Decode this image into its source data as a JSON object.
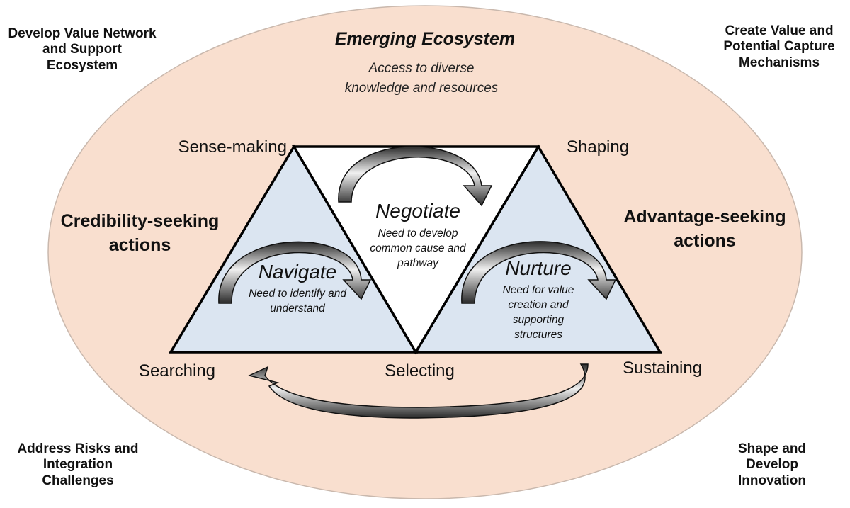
{
  "corners": {
    "top_left": "Develop Value Network and Support Ecosystem",
    "top_right": "Create Value and Potential Capture Mechanisms",
    "bottom_left": "Address Risks and Integration Challenges",
    "bottom_right": "Shape and Develop Innovation"
  },
  "center": {
    "title": "Emerging Ecosystem",
    "subtitle": "Access to diverse knowledge and resources"
  },
  "stages": {
    "sense_making": "Sense-making",
    "shaping": "Shaping",
    "searching": "Searching",
    "selecting": "Selecting",
    "sustaining": "Sustaining"
  },
  "sides": {
    "left": "Credibility-seeking actions",
    "right": "Advantage-seeking actions"
  },
  "actions": {
    "navigate": {
      "title": "Navigate",
      "desc": "Need to identify and understand"
    },
    "negotiate": {
      "title": "Negotiate",
      "desc": "Need to develop common cause and pathway"
    },
    "nurture": {
      "title": "Nurture",
      "desc": "Need for value creation and supporting structures"
    }
  },
  "colors": {
    "ellipse_fill": "#f9dfcf",
    "triangle_fill": "#dbe5f1",
    "center_fill": "#ffffff",
    "outline": "#000000"
  }
}
